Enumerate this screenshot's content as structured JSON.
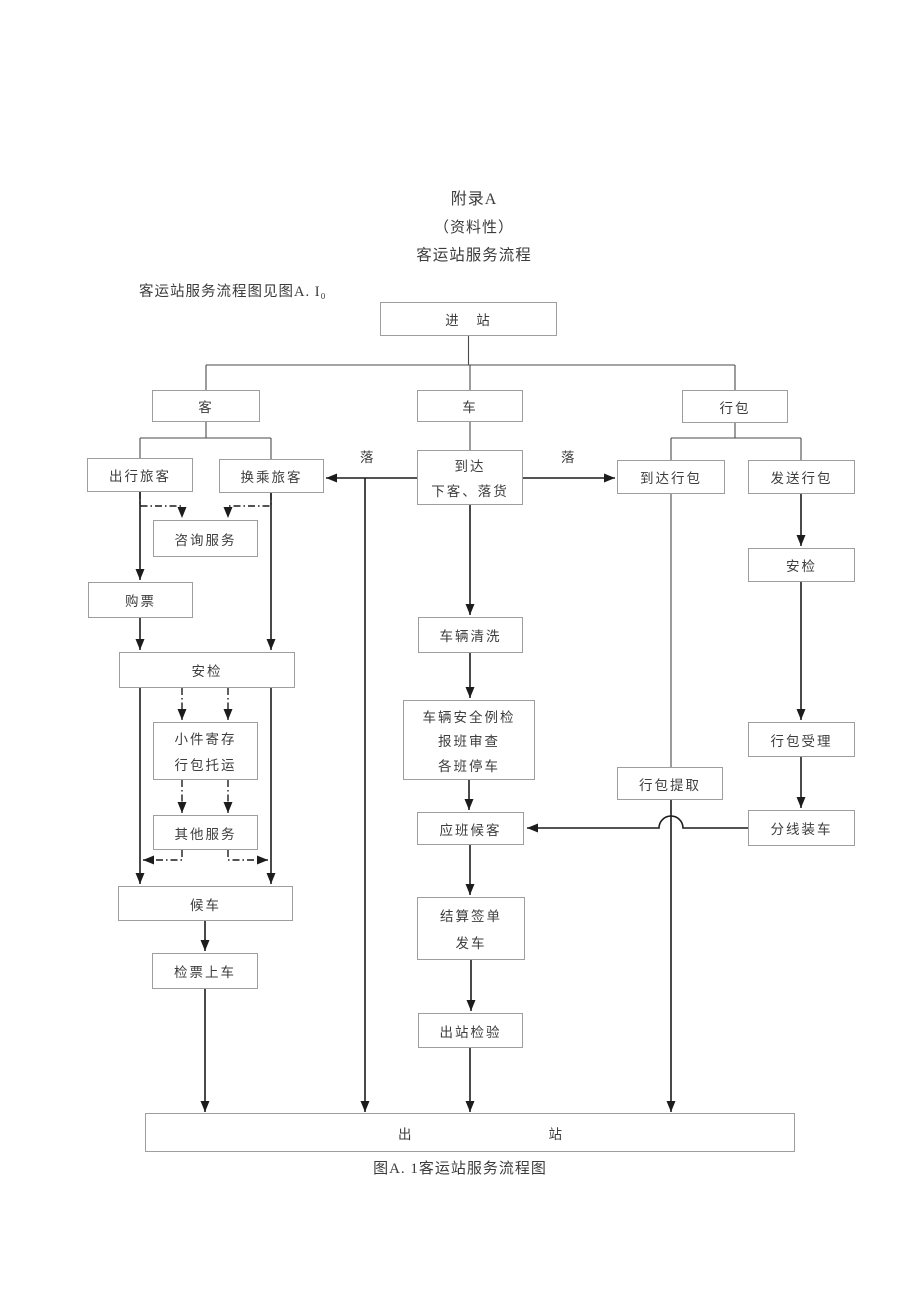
{
  "page": {
    "appendix_title": "附录A",
    "appendix_subtitle": "（资料性）",
    "appendix_heading": "客运站服务流程",
    "intro_text": "客运站服务流程图见图A. I₀",
    "caption": "图A. 1客运站服务流程图"
  },
  "nodes": {
    "enter_station": "进　站",
    "passenger": "客",
    "vehicle": "车",
    "luggage": "行包",
    "departing_passenger": "出行旅客",
    "transfer_passenger": "换乘旅客",
    "arrival_line1": "到达",
    "arrival_line2": "下客、落货",
    "arrival_luggage": "到达行包",
    "send_luggage": "发送行包",
    "consult_service": "咨询服务",
    "ticket_purchase": "购票",
    "security_check_left": "安检",
    "security_check_right": "安检",
    "deposit_line1": "小件寄存",
    "deposit_line2": "行包托运",
    "other_services": "其他服务",
    "waiting": "候车",
    "ticket_check_boarding": "检票上车",
    "vehicle_cleaning": "车辆清洗",
    "vehicle_inspection_line1": "车辆安全例检",
    "vehicle_inspection_line2": "报班审查",
    "vehicle_inspection_line3": "各班停车",
    "scheduled_boarding": "应班候客",
    "settlement_line1": "结算签单",
    "settlement_line2": "发车",
    "exit_inspection": "出站检验",
    "luggage_acceptance": "行包受理",
    "line_loading": "分线装车",
    "luggage_pickup": "行包提取",
    "exit_left": "出",
    "exit_right": "站"
  },
  "edge_labels": {
    "drop_left": "落",
    "drop_right": "落"
  }
}
